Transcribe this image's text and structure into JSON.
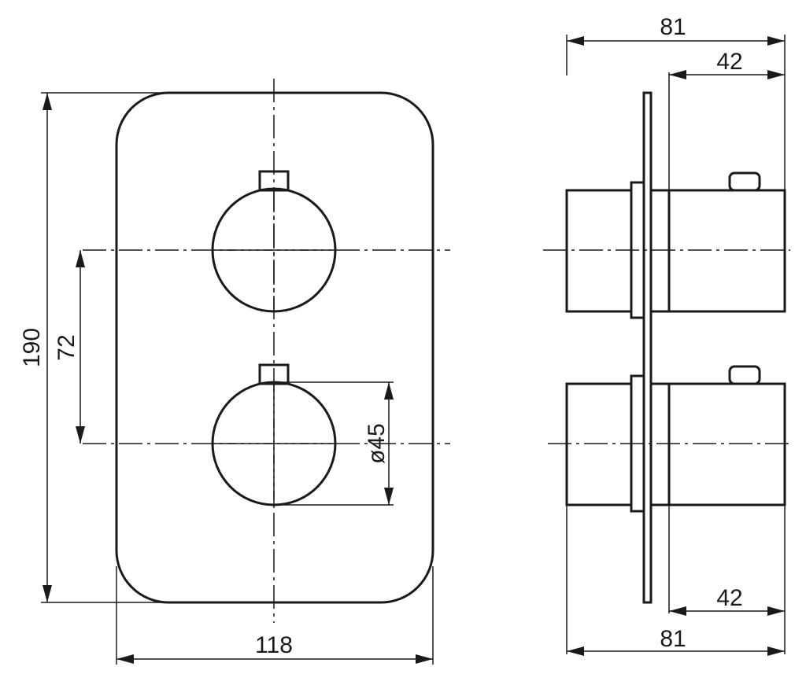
{
  "front_view": {
    "height_label": "190",
    "spacing_label": "72",
    "diameter_label": "ø45",
    "width_label": "118"
  },
  "side_view": {
    "top_depth_label": "81",
    "top_knob_label": "42",
    "bottom_knob_label": "42",
    "bottom_depth_label": "81"
  }
}
